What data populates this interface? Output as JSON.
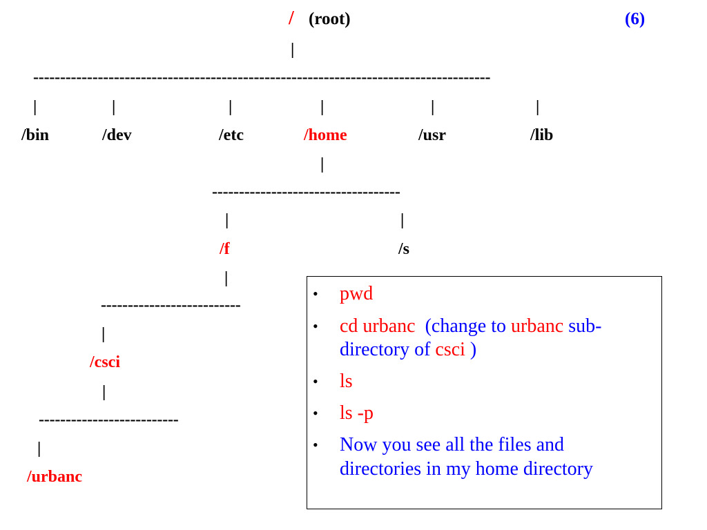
{
  "title": {
    "slash": "/",
    "label": "(root)",
    "number": "(6)"
  },
  "pipe": "|",
  "dashes": {
    "top": "-------------------------------------------------------------------------------------",
    "home": "-----------------------------------",
    "f": "--------------------------",
    "csci": "--------------------------"
  },
  "level1": [
    "/bin",
    "/dev",
    "/etc",
    "/home",
    "/usr",
    "/lib"
  ],
  "level2": [
    "/f",
    "/s"
  ],
  "level3": "/csci",
  "level4": "/urbanc",
  "bullet_symbol": "•",
  "commands": [
    {
      "parts": [
        {
          "text": "pwd",
          "color": "red"
        }
      ]
    },
    {
      "parts": [
        {
          "text": "cd urbanc",
          "color": "red"
        },
        {
          "text": "  (change to ",
          "color": "blue"
        },
        {
          "text": "urbanc",
          "color": "red"
        },
        {
          "text": " sub-",
          "color": "blue"
        }
      ],
      "parts2": [
        {
          "text": "directory of ",
          "color": "blue"
        },
        {
          "text": "csci",
          "color": "red"
        },
        {
          "text": " )",
          "color": "blue"
        }
      ]
    },
    {
      "parts": [
        {
          "text": "ls",
          "color": "red"
        }
      ]
    },
    {
      "parts": [
        {
          "text": "ls -p",
          "color": "red"
        }
      ]
    },
    {
      "parts": [
        {
          "text": "Now you see all the files and",
          "color": "blue"
        }
      ],
      "parts2": [
        {
          "text": "directories in my home directory",
          "color": "blue"
        }
      ]
    }
  ],
  "colors": {
    "red": "#ff0000",
    "blue": "#0000ff",
    "black": "#000000"
  }
}
